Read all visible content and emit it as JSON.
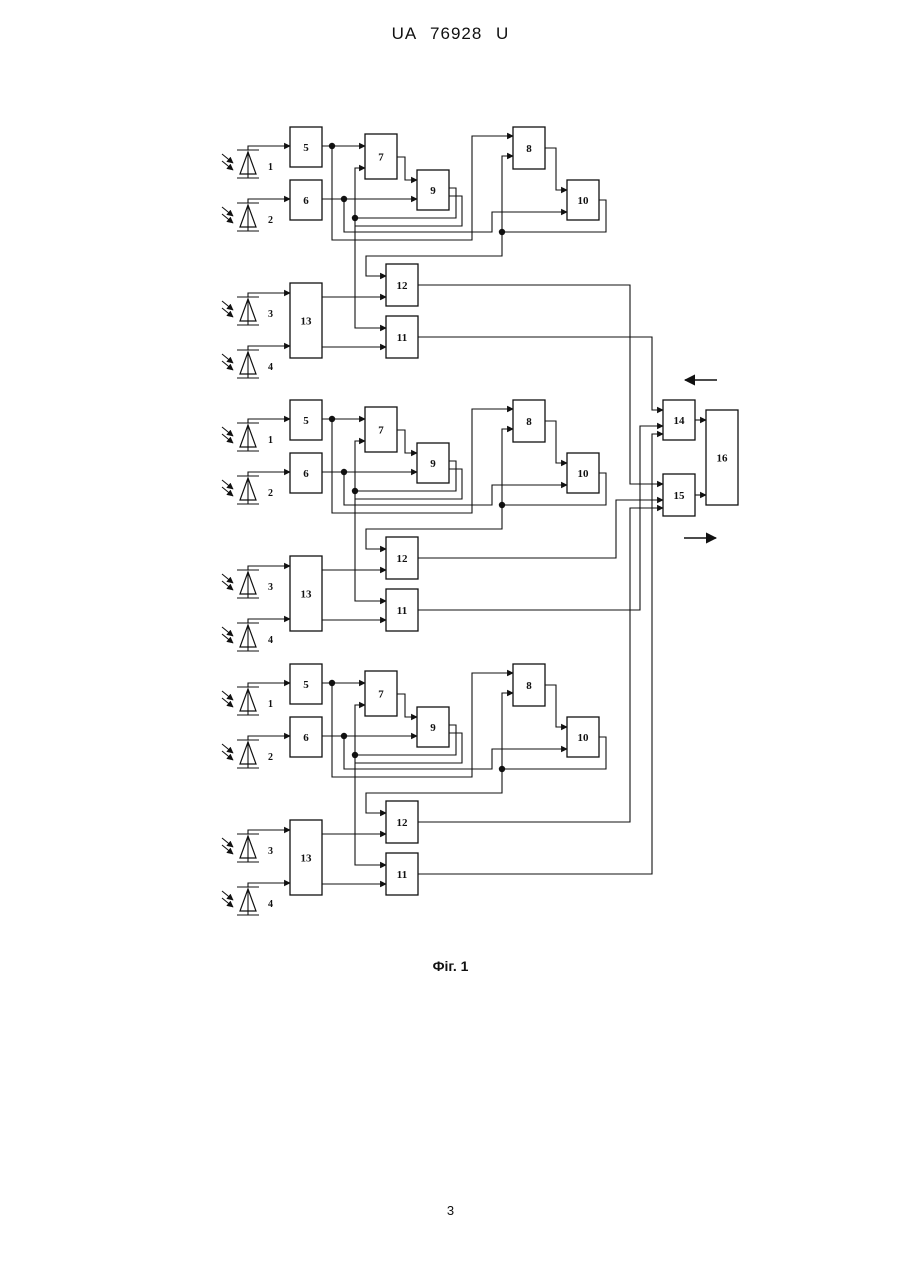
{
  "header": {
    "doc_number": "UA   76928   U"
  },
  "figure": {
    "caption": "Фіг. 1",
    "groups": [
      {
        "sensors": [
          "1",
          "2",
          "3",
          "4"
        ],
        "blocks": {
          "b5": "5",
          "b6": "6",
          "b7": "7",
          "b8": "8",
          "b9": "9",
          "b10": "10",
          "b11": "11",
          "b12": "12",
          "b13": "13"
        }
      },
      {
        "sensors": [
          "1",
          "2",
          "3",
          "4"
        ],
        "blocks": {
          "b5": "5",
          "b6": "6",
          "b7": "7",
          "b8": "8",
          "b9": "9",
          "b10": "10",
          "b11": "11",
          "b12": "12",
          "b13": "13"
        }
      },
      {
        "sensors": [
          "1",
          "2",
          "3",
          "4"
        ],
        "blocks": {
          "b5": "5",
          "b6": "6",
          "b7": "7",
          "b8": "8",
          "b9": "9",
          "b10": "10",
          "b11": "11",
          "b12": "12",
          "b13": "13"
        }
      }
    ],
    "shared_blocks": {
      "b14": "14",
      "b15": "15",
      "b16": "16"
    }
  },
  "footer": {
    "page_number": "3"
  }
}
